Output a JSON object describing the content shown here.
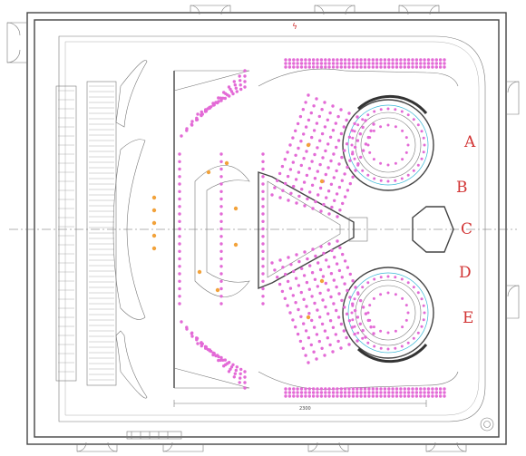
{
  "zone_labels": [
    "A",
    "B",
    "C",
    "D",
    "E"
  ],
  "dimension_label": "2300",
  "hazard_symbol": "ϟ",
  "colors": {
    "wall": "#444444",
    "seat_pink": "#e36ad6",
    "seat_cyan": "#39b8d6",
    "light_orange": "#f2a23a",
    "zone_letter_red": "#d23434"
  }
}
